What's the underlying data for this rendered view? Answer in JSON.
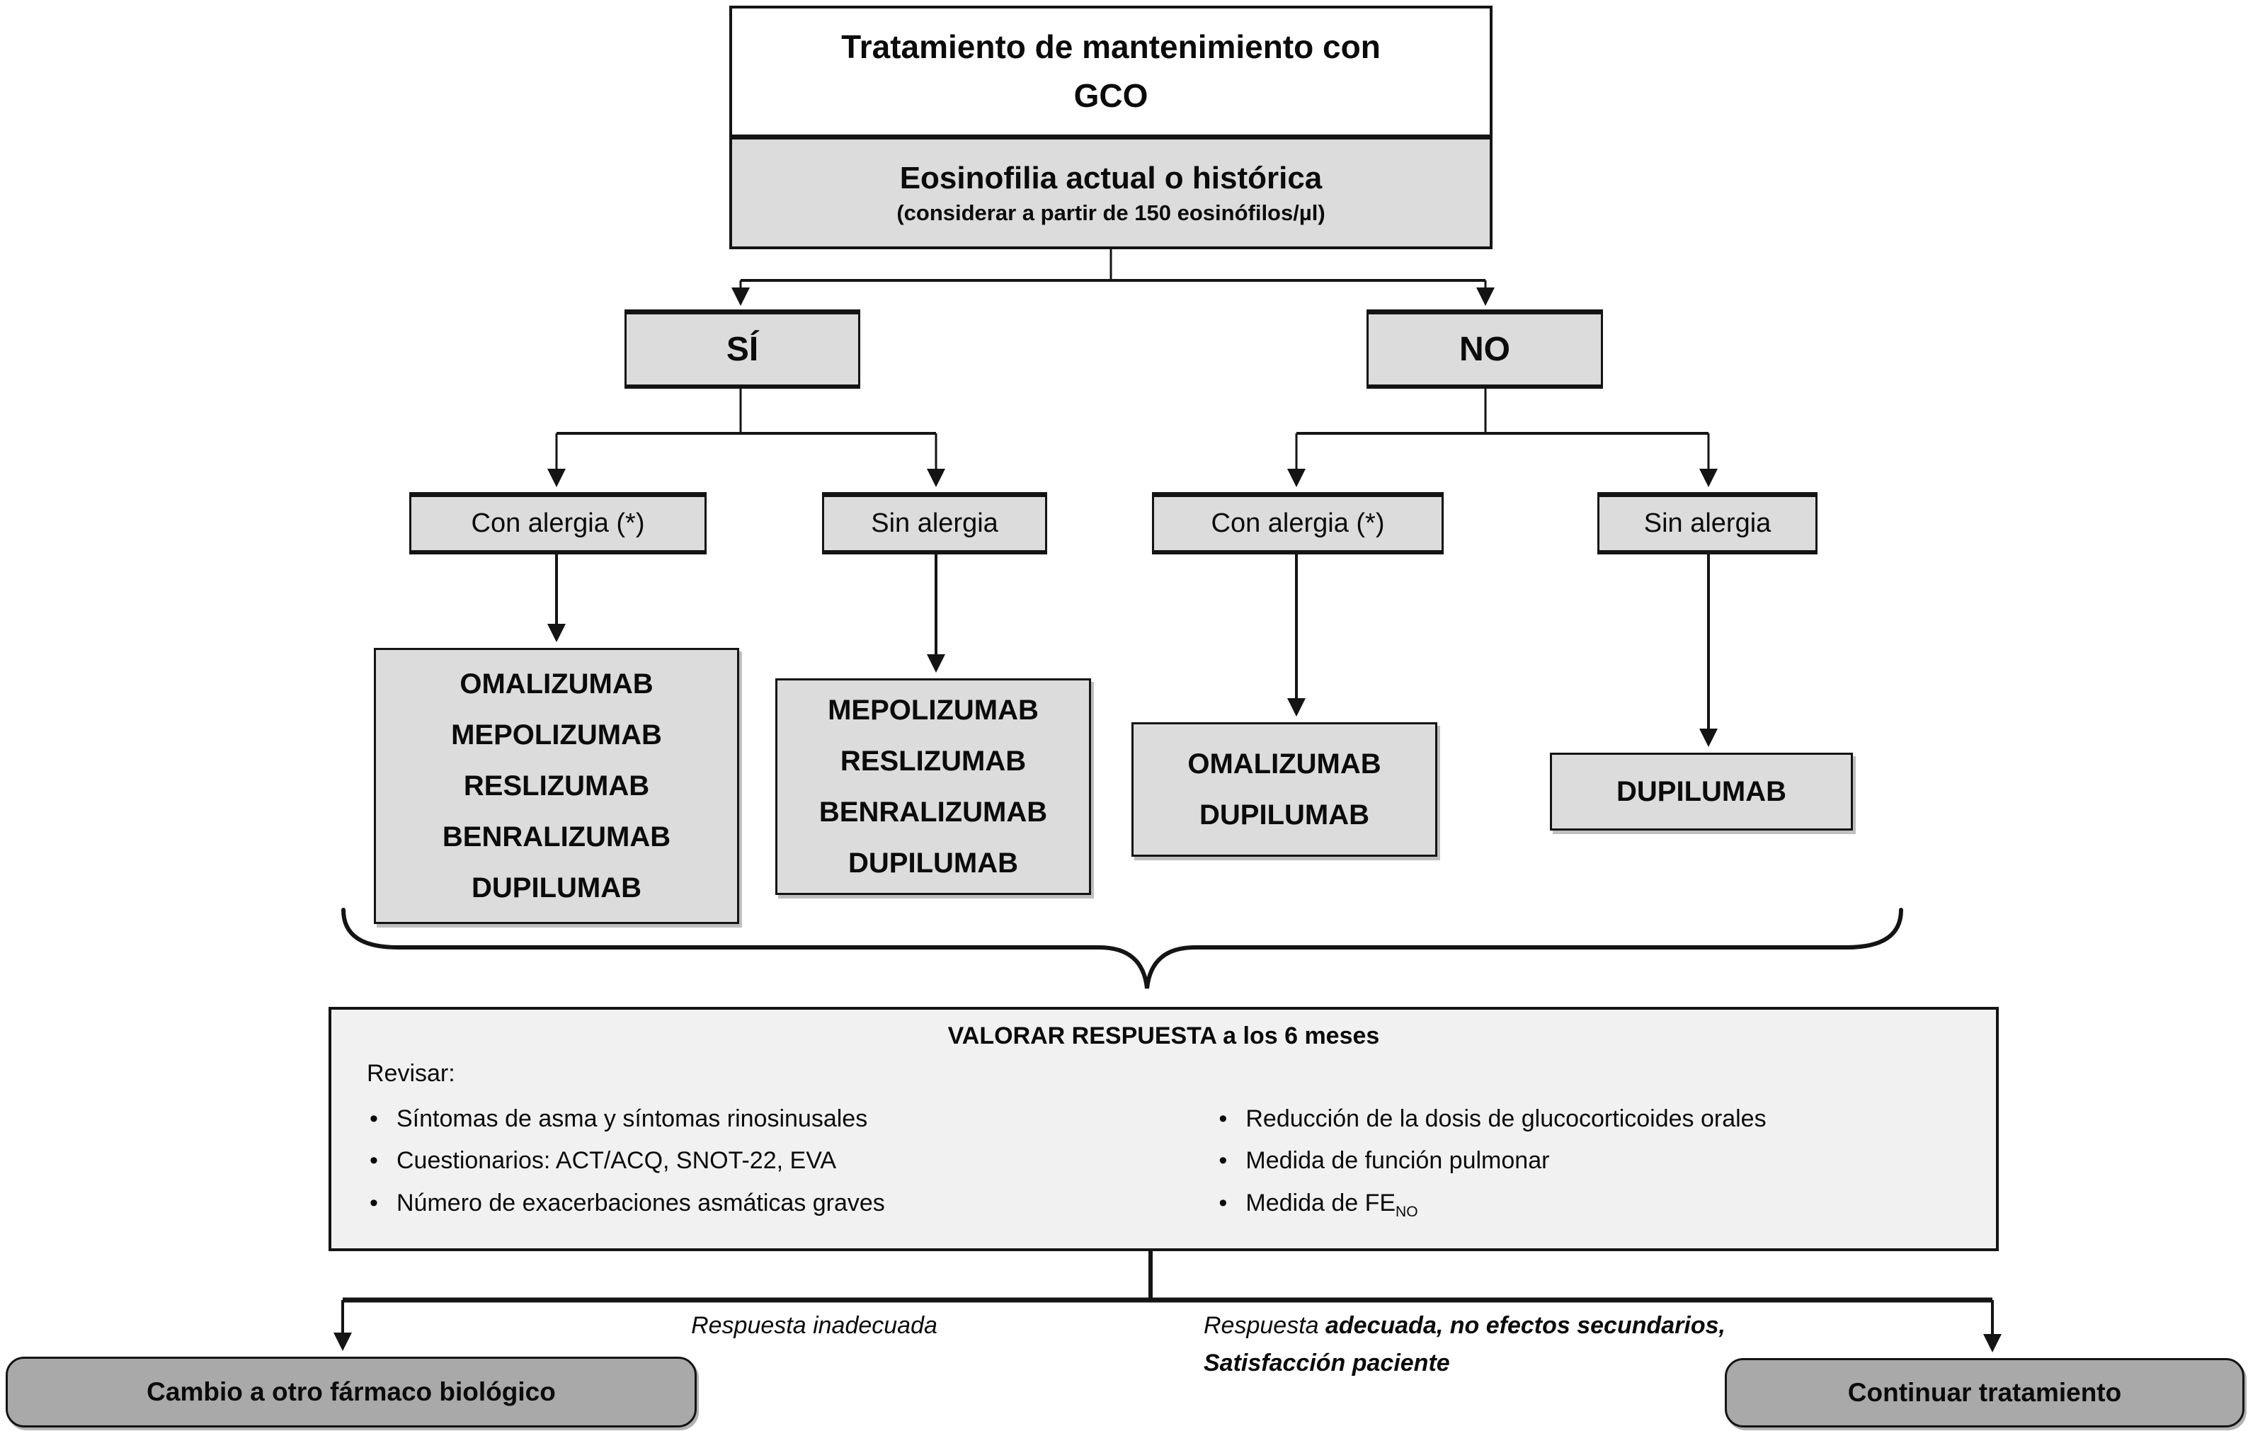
{
  "colors": {
    "box-fill": "#dcdcdc",
    "box-border": "#141414",
    "panel-fill": "#f1f1f1",
    "action-fill": "#a9a9a9",
    "line": "#141414",
    "bg": "#ffffff"
  },
  "root": {
    "title": "Tratamiento de mantenimiento con GCO"
  },
  "eosinophilia": {
    "title": "Eosinofilia actual o histórica",
    "subtitle": "(considerar a partir de 150 eosinófilos/µl)"
  },
  "branches": {
    "yes": "SÍ",
    "no": "NO"
  },
  "allergy_nodes": [
    {
      "label": "Con alergia (*)"
    },
    {
      "label": "Sin  alergia"
    },
    {
      "label": "Con alergia (*)"
    },
    {
      "label": "Sin  alergia"
    }
  ],
  "drug_groups": [
    {
      "drugs": [
        "OMALIZUMAB",
        "MEPOLIZUMAB",
        "RESLIZUMAB",
        "BENRALIZUMAB",
        "DUPILUMAB"
      ]
    },
    {
      "drugs": [
        "MEPOLIZUMAB",
        "RESLIZUMAB",
        "BENRALIZUMAB",
        "DUPILUMAB"
      ]
    },
    {
      "drugs": [
        "OMALIZUMAB",
        "DUPILUMAB"
      ]
    },
    {
      "drugs": [
        "DUPILUMAB"
      ]
    }
  ],
  "assessment": {
    "title": "VALORAR RESPUESTA a los 6 meses",
    "intro": "Revisar:",
    "left_items": [
      "Síntomas de asma y síntomas rinosinusales",
      "Cuestionarios: ACT/ACQ, SNOT-22, EVA",
      "Número de exacerbaciones asmáticas graves"
    ],
    "right_items": [
      "Reducción de la dosis de glucocorticoides orales",
      "Medida de función pulmonar"
    ],
    "feno_item": {
      "text": "Medida de FE",
      "sub": "NO"
    }
  },
  "outcomes": {
    "inadequate_label": "Respuesta inadecuada",
    "adequate_prefix": "Respuesta ",
    "adequate_bold": "adecuada, no efectos secundarios,",
    "adequate_line2": "Satisfacción paciente",
    "switch_action": "Cambio a otro fármaco biológico",
    "continue_action": "Continuar tratamiento"
  }
}
